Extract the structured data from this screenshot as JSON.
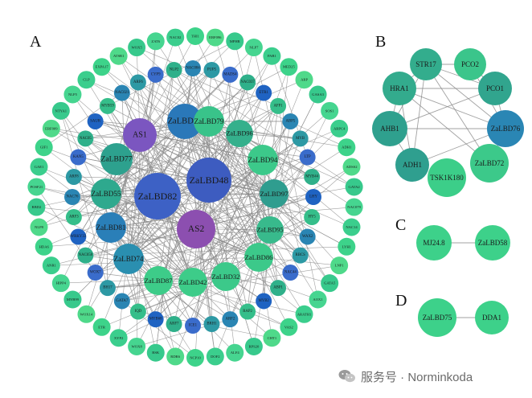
{
  "panels": {
    "A": "A",
    "B": "B",
    "C": "C",
    "D": "D"
  },
  "watermark": {
    "text": "服务号 · Norminkoda",
    "icon": "wechat-icon"
  },
  "colors": {
    "edge": "#8a8a8a",
    "purple": "#8b57b8",
    "blue": "#3a5fc8",
    "teal": "#2a9aa8",
    "green": "#3dd18a"
  },
  "network_A": {
    "hubs": [
      {
        "label": "AS1",
        "color": "#7b56c0"
      },
      {
        "label": "ZaLBD53",
        "color": "#2a78b9"
      },
      {
        "label": "ZaLBD79",
        "color": "#39c38a"
      },
      {
        "label": "ZaLBD96",
        "color": "#35b08c"
      },
      {
        "label": "ZaLBD77",
        "color": "#2da18e"
      },
      {
        "label": "ZaLBD94",
        "color": "#3cc98a"
      },
      {
        "label": "ZaLBD48",
        "color": "#3d5cc0"
      },
      {
        "label": "ZaLBD82",
        "color": "#3d61c5"
      },
      {
        "label": "ZaLBD55",
        "color": "#2ea98e"
      },
      {
        "label": "ZaLBD97",
        "color": "#2f9d8f"
      },
      {
        "label": "AS2",
        "color": "#8c4fb0"
      },
      {
        "label": "ZaLBD81",
        "color": "#2a7fb8"
      },
      {
        "label": "ZaLBD95",
        "color": "#38ba8c"
      },
      {
        "label": "ZaLBD74",
        "color": "#2a8fb0"
      },
      {
        "label": "ZaLBD86",
        "color": "#3cc98a"
      },
      {
        "label": "ZaLBD87",
        "color": "#3dcc89"
      },
      {
        "label": "ZaLBD42",
        "color": "#3dcc89"
      },
      {
        "label": "ZaLBD32",
        "color": "#3cc98a"
      }
    ],
    "mid": [
      "NAC084",
      "PUP5",
      "MADS4",
      "NAC037",
      "ETR1",
      "AFP1",
      "ABP5",
      "MYB",
      "LTP",
      "MYB44",
      "LHY",
      "HY5",
      "WAX2",
      "RBCS",
      "NAC44",
      "ABP1",
      "MYB2",
      "RAP2",
      "ARF2",
      "BRH1",
      "ICE1",
      "ARF7",
      "MYB68",
      "IQD",
      "GATA7",
      "BH17",
      "WOX7",
      "NAC058",
      "WRKY33",
      "ARF3",
      "NAC76",
      "ARF8",
      "KAN5",
      "NAC05",
      "SAUR",
      "MYB59",
      "NAC021",
      "ARF6",
      "CYP9",
      "NLP2"
    ],
    "outer": [
      "THI1",
      "ERF096",
      "MPHR",
      "NLP7",
      "PAB1",
      "MED25",
      "ARP",
      "GASA3",
      "SOS1",
      "ARPC4",
      "ADH1",
      "ADSS2",
      "GATA2",
      "NAC079",
      "NAC14",
      "LYH1",
      "LNP1",
      "GATA5",
      "AOX1",
      "ARATH1",
      "VAS2",
      "CHT1",
      "RPS20",
      "ALF4",
      "DOF2",
      "NCP10",
      "RDR6",
      "BSK",
      "WOX8",
      "XYP2",
      "ETR",
      "WOX14",
      "MYB99",
      "HIPP4",
      "ANR1",
      "HDA6",
      "NLP8",
      "RBD2",
      "POSF21",
      "GAE1",
      "GIF1",
      "ERF009",
      "NTYA1",
      "NLP5",
      "CLP",
      "EXPA17",
      "ATSR1",
      "WOX5",
      "ZAT6",
      "NAC02"
    ]
  },
  "network_B": {
    "nodes": [
      {
        "label": "STR17",
        "color": "#33ad8d"
      },
      {
        "label": "PCO2",
        "color": "#3bc58b"
      },
      {
        "label": "HRA1",
        "color": "#33ab8d"
      },
      {
        "label": "PCO1",
        "color": "#31a58e"
      },
      {
        "label": "AHB1",
        "color": "#2fa08e"
      },
      {
        "label": "ZaLBD76",
        "color": "#2a86b4"
      },
      {
        "label": "ADH1",
        "color": "#2f9f8f"
      },
      {
        "label": "ZaLBD72",
        "color": "#3cc98a"
      },
      {
        "label": "TSK1K180",
        "color": "#3cce89"
      }
    ]
  },
  "network_C": {
    "nodes": [
      {
        "label": "MJ24.8",
        "color": "#3dd18a"
      },
      {
        "label": "ZaLBD58",
        "color": "#3dd18a"
      }
    ]
  },
  "network_D": {
    "nodes": [
      {
        "label": "ZaLBD75",
        "color": "#3dd18a"
      },
      {
        "label": "DDA1",
        "color": "#3dd18a"
      }
    ]
  }
}
